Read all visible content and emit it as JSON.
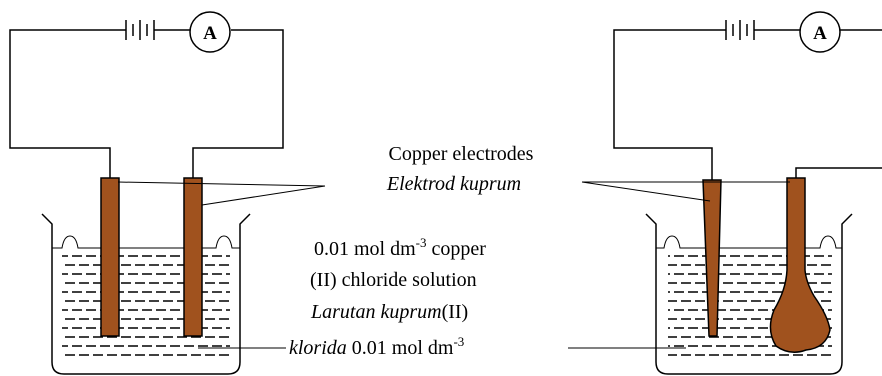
{
  "ammeter_symbol": "A",
  "labels": {
    "electrodes_en": "Copper electrodes",
    "electrodes_ms": "Elektrod kuprum",
    "solution_line1_pre": "0.01 mol dm",
    "solution_line1_sup": "-3",
    "solution_line1_post": " copper",
    "solution_line2": "(II) chloride solution",
    "solution_line3_it": "Larutan kuprum",
    "solution_line3_rest": "(II)",
    "solution_line4_it": "klorida",
    "solution_line4_pre": " 0.01 mol dm",
    "solution_line4_sup": "-3"
  },
  "colors": {
    "copper": "#a0521e",
    "line": "#000000",
    "background": "#ffffff"
  }
}
